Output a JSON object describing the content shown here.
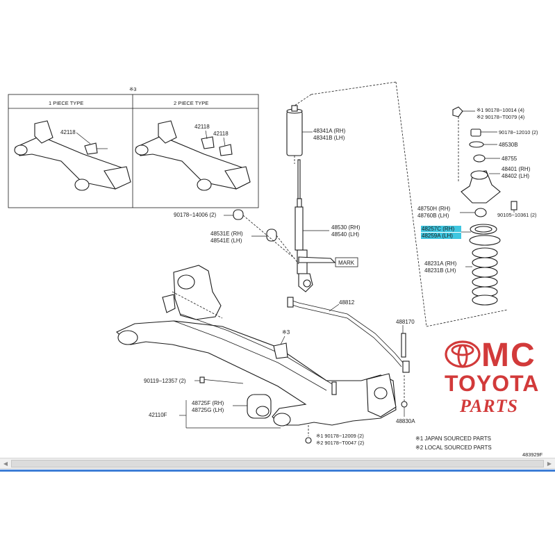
{
  "sections": {
    "note_mark": "※3",
    "one_piece": "1 PIECE TYPE",
    "two_piece": "2 PIECE TYPE"
  },
  "labels": {
    "p42118_a": "42118",
    "p42118_b": "42118",
    "p42118_c": "42118",
    "p48341": "48341A (RH)",
    "p48341b": "48341B (LH)",
    "p90178_14006": "90178−14006 (2)",
    "p48531": "48531E (RH)",
    "p48541": "48541E (LH)",
    "p48530": "48530 (RH)",
    "p48540": "48540 (LH)",
    "mark": "MARK",
    "p48812": "48812",
    "p48817": "488170",
    "note3": "※3",
    "p90119": "90119−12357 (2)",
    "p48725f": "48725F (RH)",
    "p48725g": "48725G (LH)",
    "p42110": "42110F",
    "p48830": "48830A",
    "p90178_12009": "※1 90178−12009 (2)",
    "p90178_t0047": "※2 90178−T0047 (2)",
    "r90178_10014": "※1 90178−10014 (4)",
    "r90178_t0079": "※2 90178−T0079 (4)",
    "r90178_12010": "90178−12010 (2)",
    "r48530b": "48530B",
    "r48755": "48755",
    "r48401": "48401 (RH)",
    "r48402": "48402 (LH)",
    "r48750": "48750H (RH)",
    "r48760": "48760B (LH)",
    "r90105": "90105−10361 (2)",
    "r48257": "48257C (RH)",
    "r48259": "48259A (LH)",
    "r48231a": "48231A (RH)",
    "r48231b": "48231B (LH)"
  },
  "footnotes": {
    "jp": "※1 JAPAN SOURCED PARTS",
    "local": "※2 LOCAL SOURCED PARTS",
    "code": "483929F"
  },
  "watermark": {
    "mc": "MC",
    "toyota": "TOYOTA",
    "parts": "PARTS",
    "color": "#d23a3a"
  },
  "highlight_color": "#3ec6e0",
  "scrollbar": {
    "left_arrow": "◀",
    "right_arrow": "▶"
  }
}
